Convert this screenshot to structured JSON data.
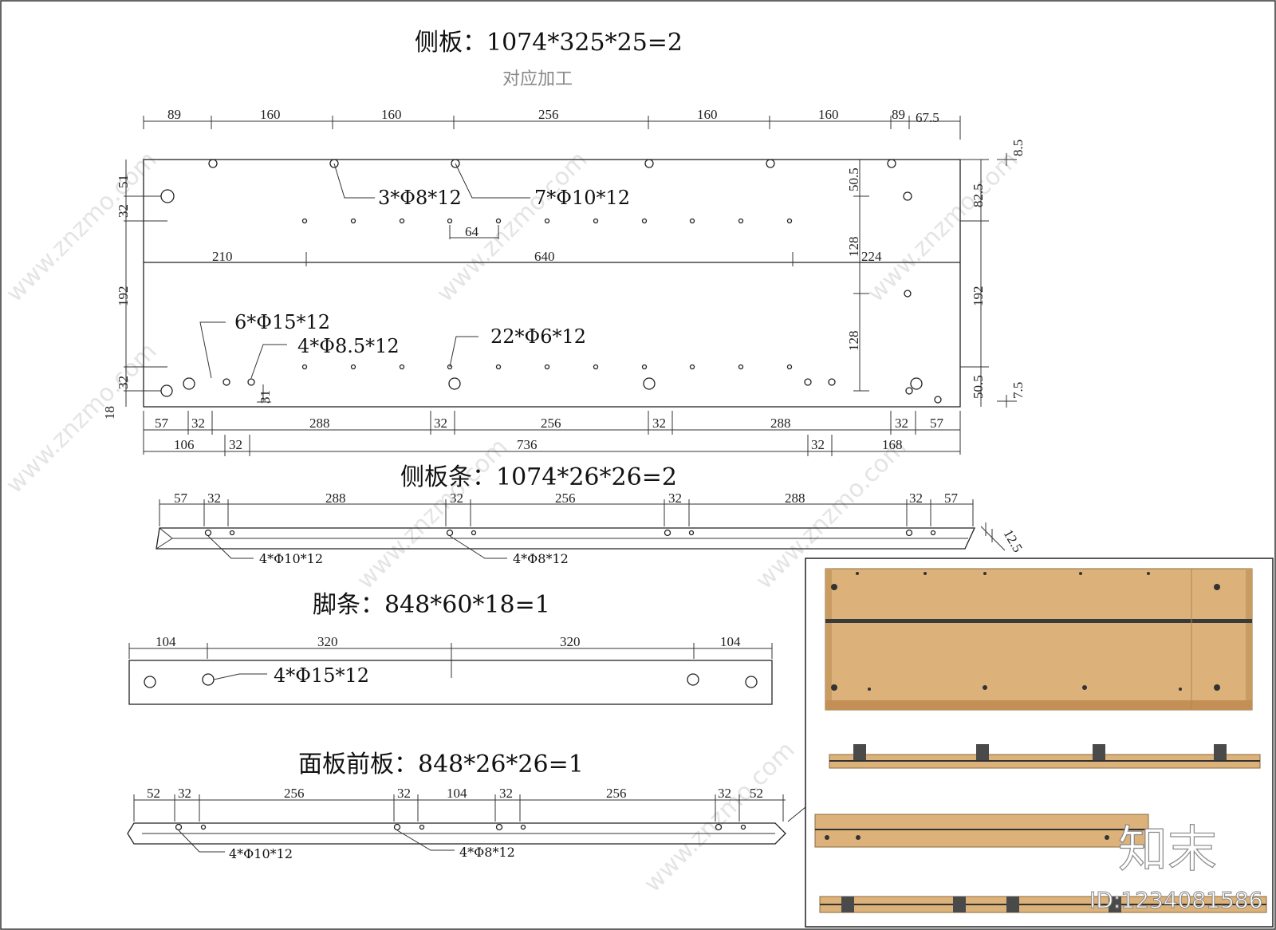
{
  "panels": {
    "side_panel": {
      "title": "侧板：1074*325*25=2",
      "subtitle": "对应加工"
    },
    "side_strip": {
      "title": "侧板条：1074*26*26=2"
    },
    "foot_strip": {
      "title": "脚条：848*60*18=1"
    },
    "front_rail": {
      "title": "面板前板：848*26*26=1"
    }
  },
  "side_panel_dims": {
    "top": [
      "89",
      "160",
      "160",
      "256",
      "160",
      "160",
      "89",
      "67.5"
    ],
    "middle": [
      "210",
      "640",
      "224"
    ],
    "bottom1": [
      "57",
      "32",
      "288",
      "32",
      "256",
      "32",
      "288",
      "32",
      "57"
    ],
    "bottom2": [
      "106",
      "32",
      "736",
      "32",
      "168"
    ],
    "left": [
      "51",
      "32",
      "192",
      "32",
      "18"
    ],
    "right": [
      "8.5",
      "82.5",
      "192",
      "50.5",
      "7.5"
    ],
    "inner": [
      "64",
      "50.5",
      "128",
      "128",
      "31"
    ]
  },
  "side_panel_callouts": [
    "3*Φ8*12",
    "7*Φ10*12",
    "6*Φ15*12",
    "4*Φ8.5*12",
    "22*Φ6*12"
  ],
  "side_strip_dims": [
    "57",
    "32",
    "288",
    "32",
    "256",
    "32",
    "288",
    "32",
    "57",
    "12.5"
  ],
  "side_strip_callouts": [
    "4*Φ10*12",
    "4*Φ8*12"
  ],
  "foot_strip_dims": [
    "104",
    "320",
    "320",
    "104"
  ],
  "foot_strip_callouts": [
    "4*Φ15*12"
  ],
  "front_rail_dims": [
    "52",
    "32",
    "256",
    "32",
    "104",
    "32",
    "256",
    "32",
    "52"
  ],
  "front_rail_callouts": [
    "4*Φ10*12",
    "4*Φ8*12"
  ],
  "watermark": {
    "site": "www.znzmo.com",
    "brand": "知末",
    "id": "ID:1234081586"
  },
  "colors": {
    "wood": "#dcb27a",
    "wood_dark": "#c99c62",
    "line": "#222222",
    "bracket": "#4a4a4a"
  }
}
